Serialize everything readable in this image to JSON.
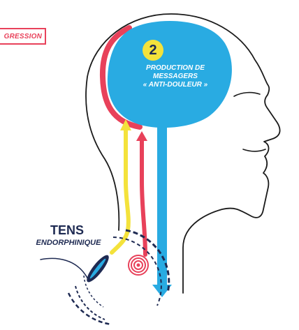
{
  "top_left_label": "GRESSION",
  "brain": {
    "step_number": "2",
    "lines": [
      "PRODUCTION DE",
      "MESSAGERS",
      "« ANTI-DOULEUR »"
    ]
  },
  "device": {
    "title": "TENS",
    "subtitle": "ENDORPHINIQUE"
  },
  "colors": {
    "navy": "#1e2a52",
    "blue": "#29abe2",
    "red": "#e8415a",
    "yellow": "#f4e23b",
    "outline": "#1a1a1a"
  }
}
